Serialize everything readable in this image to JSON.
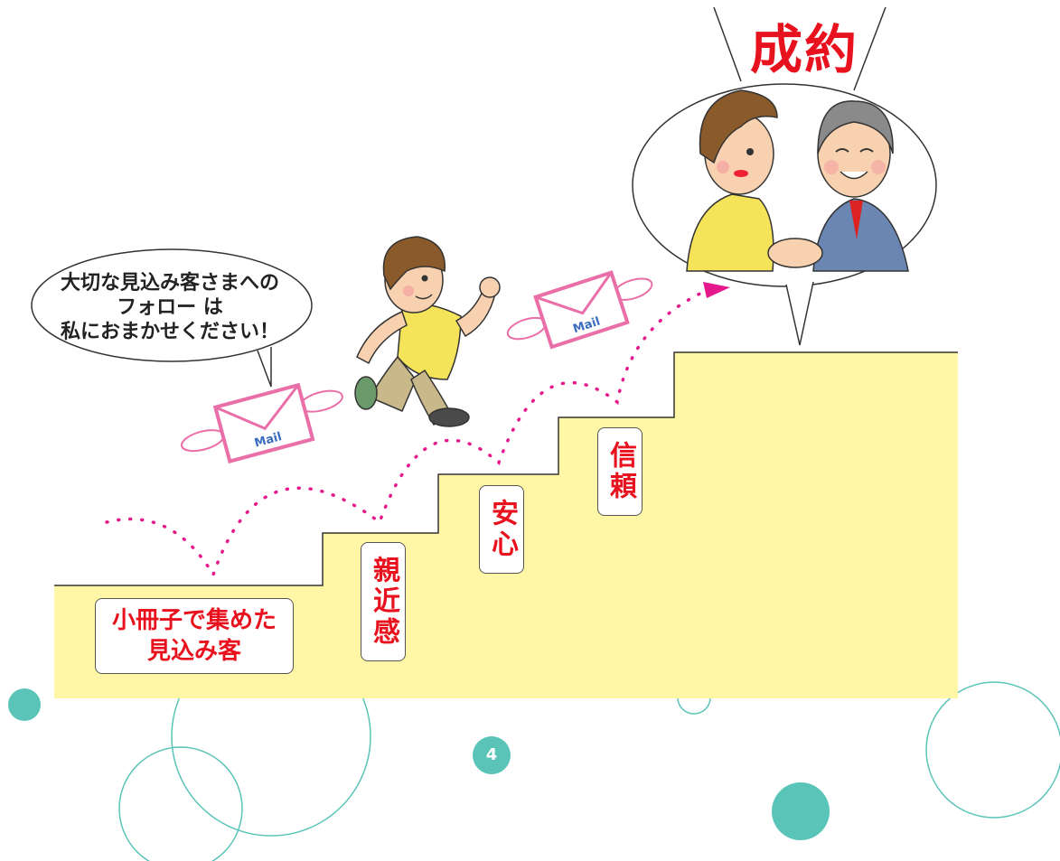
{
  "title": "成約",
  "speech_bubble": {
    "lines": [
      "大切な見込み客さまへの",
      "フォロー は",
      "私におまかせください！"
    ]
  },
  "steps": [
    {
      "label": "小冊子で集めた\n見込み客",
      "line1": "小冊子で集めた",
      "line2": "見込み客"
    },
    {
      "label": "親近感"
    },
    {
      "label": "安心"
    },
    {
      "label": "信頼"
    }
  ],
  "mail_label": "Mail",
  "page_number": "4",
  "colors": {
    "stairs_fill": "#fff7a6",
    "label_text": "#e8121e",
    "dotted_path": "#e5198c",
    "envelope": "#ea6fa8",
    "teal": "#5bc4b8",
    "title": "#e8121e"
  }
}
